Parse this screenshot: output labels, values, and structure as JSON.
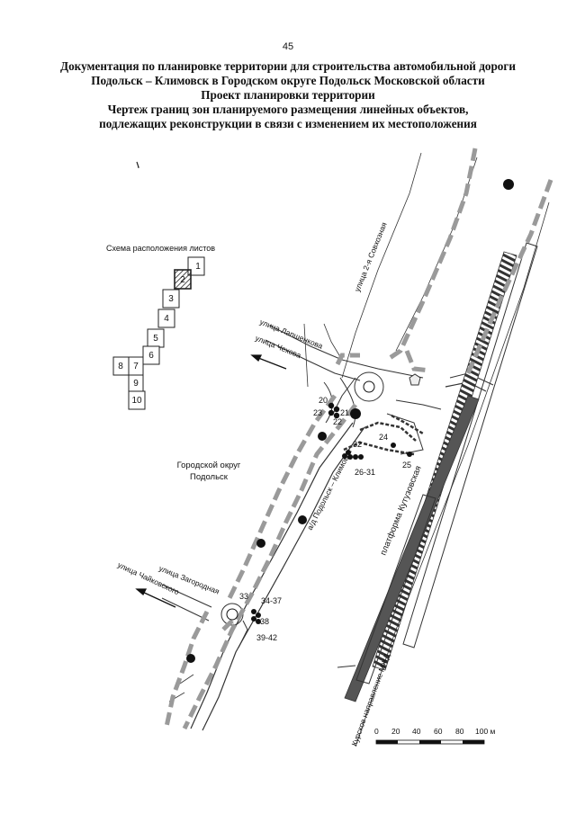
{
  "page_number": "45",
  "title_lines": [
    "Документация по планировке территории для строительства автомобильной дороги",
    "Подольск – Климовск в Городском округе Подольск Московской области",
    "Проект планировки территории",
    "Чертеж границ зон планируемого размещения линейных объектов,",
    "подлежащих реконструкции в связи с изменением их местоположения"
  ],
  "sheet_scheme": {
    "title": "Схема расположения листов",
    "sheets": [
      "1",
      "2",
      "3",
      "4",
      "5",
      "6",
      "7",
      "8",
      "9",
      "10"
    ],
    "current_sheet": "2"
  },
  "streets": {
    "sovkhoznaya": "улица 2-я Совхозная",
    "lapshenkova": "улица Лапшенкова",
    "chekhova": "улица Чехова",
    "zagorodnaya": "улица Загородная",
    "chaikovskogo": "улица Чайковского",
    "road": "а/д Подольск – Климовск",
    "platform": "платформа Кутузовская",
    "railway": "Курское направление МЖД"
  },
  "district": [
    "Городской округ",
    "Подольск"
  ],
  "point_labels": {
    "p20": "20",
    "p21": "21",
    "p22": "22",
    "p23": "23",
    "p24": "24",
    "p25": "25",
    "p26_31": "26-31",
    "p32": "32",
    "p33": "33",
    "p34_37": "34-37",
    "p38": "38",
    "p39_42": "39-42"
  },
  "scale_bar": {
    "ticks": [
      "0",
      "20",
      "40",
      "60",
      "80",
      "100 м"
    ]
  }
}
